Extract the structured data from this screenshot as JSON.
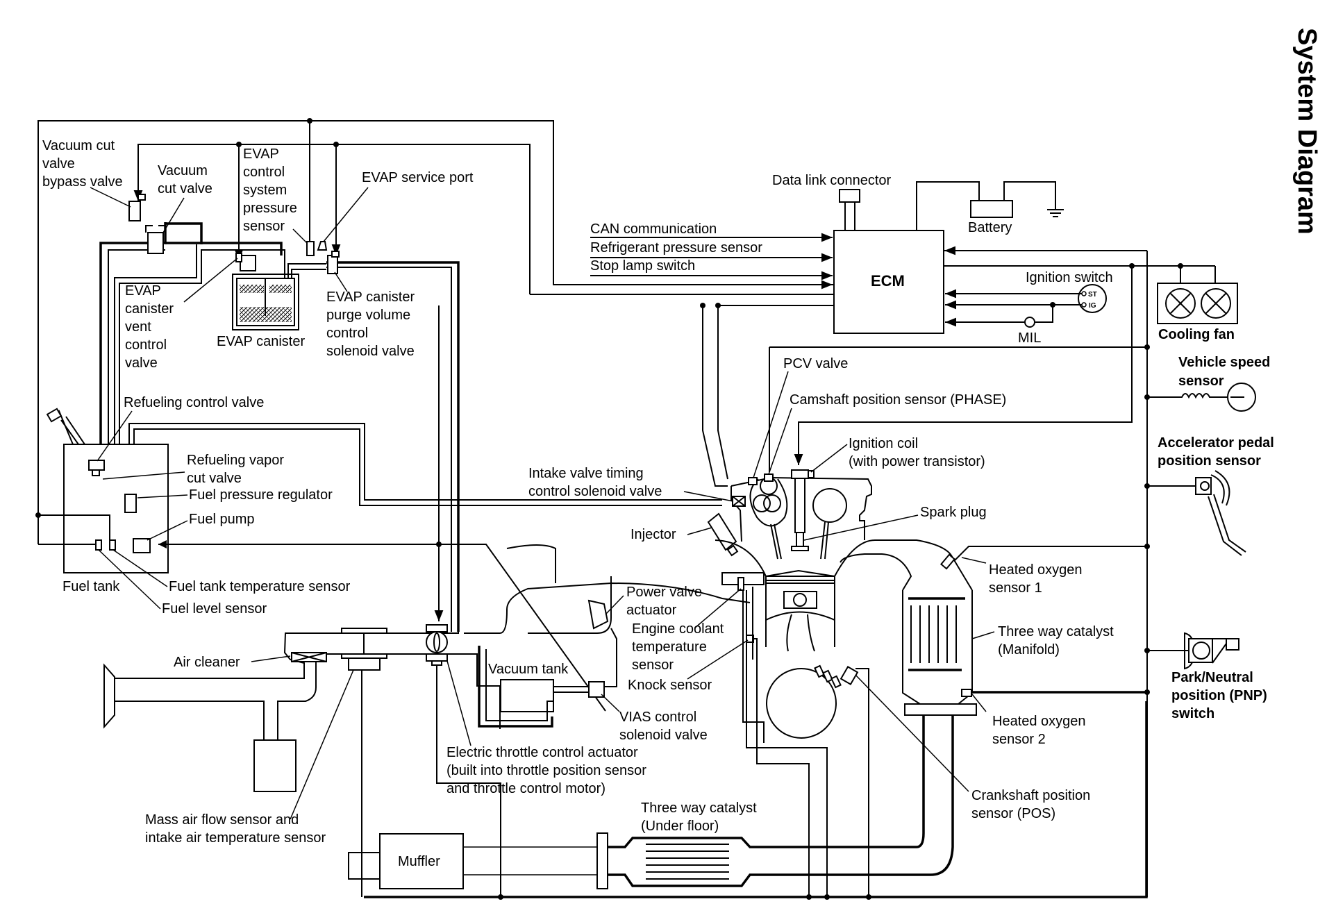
{
  "title": "System Diagram",
  "evap": {
    "vacuum_cut_valve_bypass": [
      "Vacuum cut",
      "valve",
      "bypass valve"
    ],
    "vacuum_cut_valve": [
      "Vacuum",
      "cut valve"
    ],
    "pressure_sensor": [
      "EVAP",
      "control",
      "system",
      "pressure",
      "sensor"
    ],
    "service_port": "EVAP service port",
    "vent_control_valve": [
      "EVAP",
      "canister",
      "vent",
      "control",
      "valve"
    ],
    "canister": "EVAP canister",
    "purge_valve": [
      "EVAP canister",
      "purge volume",
      "control",
      "solenoid valve"
    ]
  },
  "ecm": {
    "label": "ECM",
    "data_link_connector": "Data link connector",
    "battery": "Battery",
    "inputs": [
      "CAN communication",
      "Refrigerant pressure sensor",
      "Stop lamp switch"
    ],
    "ignition_switch": "Ignition switch",
    "ignition_terminals": [
      "ST",
      "IG"
    ],
    "mil": "MIL"
  },
  "right_side": {
    "cooling_fan": "Cooling fan",
    "vehicle_speed_sensor": [
      "Vehicle speed",
      "sensor"
    ],
    "accelerator_pedal": [
      "Accelerator pedal",
      "position sensor"
    ],
    "pnp_switch": [
      "Park/Neutral",
      "position (PNP)",
      "switch"
    ],
    "heated_o2_sensor_1": [
      "Heated oxygen",
      "sensor 1"
    ],
    "heated_o2_sensor_2": [
      "Heated oxygen",
      "sensor 2"
    ],
    "three_way_catalyst_manifold": [
      "Three way catalyst",
      "(Manifold)"
    ],
    "crankshaft_sensor": [
      "Crankshaft position",
      "sensor (POS)"
    ]
  },
  "engine": {
    "pcv_valve": "PCV valve",
    "camshaft_sensor": "Camshaft position sensor (PHASE)",
    "ignition_coil": [
      "Ignition coil",
      "(with power transistor)"
    ],
    "intake_valve_timing": [
      "Intake valve timing",
      "control solenoid valve"
    ],
    "spark_plug": "Spark plug",
    "injector": "Injector",
    "power_valve_actuator": [
      "Power valve",
      "actuator"
    ],
    "coolant_temp_sensor": [
      "Engine coolant",
      "temperature",
      "sensor"
    ],
    "knock_sensor": "Knock sensor",
    "vacuum_tank": "Vacuum tank",
    "vias_valve": [
      "VIAS control",
      "solenoid valve"
    ],
    "throttle_actuator": [
      "Electric throttle control actuator",
      "(built into throttle position sensor",
      "and throttle control motor)"
    ]
  },
  "fuel": {
    "refueling_control_valve": "Refueling control valve",
    "refueling_vapor_cut_valve": [
      "Refueling vapor",
      "cut valve"
    ],
    "fuel_pressure_regulator": "Fuel pressure regulator",
    "fuel_pump": "Fuel pump",
    "fuel_tank": "Fuel tank",
    "fuel_tank_temp_sensor": "Fuel tank temperature sensor",
    "fuel_level_sensor": "Fuel level sensor"
  },
  "intake_exhaust": {
    "air_cleaner": "Air cleaner",
    "maf_sensor": [
      "Mass air flow sensor and",
      "intake air temperature sensor"
    ],
    "three_way_catalyst_underfloor": [
      "Three way catalyst",
      "(Under floor)"
    ],
    "muffler": "Muffler"
  }
}
